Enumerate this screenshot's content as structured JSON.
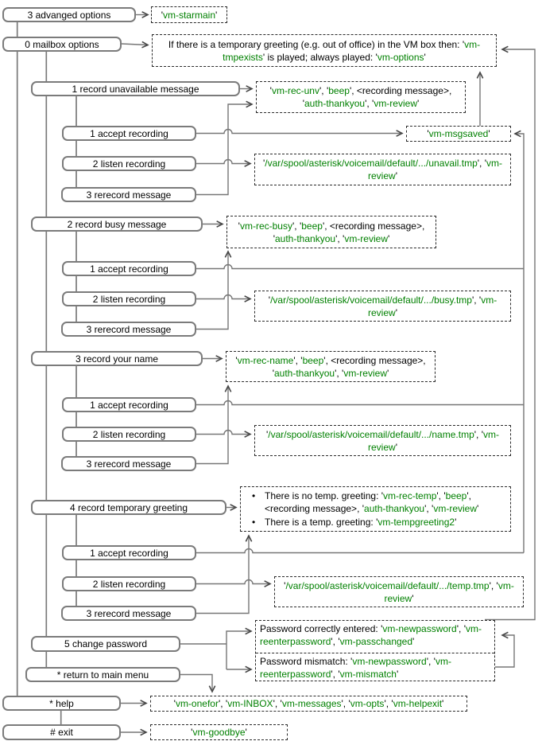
{
  "title": "Asterisk voicemail mailbox options flowchart",
  "colors": {
    "prompt_green": "#008000",
    "menu_box_border": "#7b7b7b",
    "dashed_box_border": "#2a2a2a",
    "connector_line": "#767676",
    "text": "#000000",
    "background": "#ffffff"
  },
  "menu": {
    "advanced_options": "3 advanged options",
    "mailbox_options": "0 mailbox options",
    "record_unavailable": "1 record unavailable message",
    "record_busy": "2 record busy message",
    "record_name": "3 record your name",
    "record_temp_greeting": "4 record temporary greeting",
    "change_password": "5 change password",
    "return_main_menu": "* return to main menu",
    "help": "* help",
    "exit": "# exit",
    "accept_recording": "1 accept recording",
    "listen_recording": "2 listen recording",
    "rerecord_message": "3 rerecord message"
  },
  "prompts": {
    "starmain": "'vm-starmain'",
    "mailbox_intro": "If there is a temporary greeting (e.g. out of office) in the VM box then: 'vm-tmpexists' is played; always played: 'vm-options'",
    "rec_unavail": "'vm-rec-unv', 'beep', <recording message>, 'auth-thankyou', 'vm-review'",
    "msgsaved": "'vm-msgsaved'",
    "unavail_path": "'/var/spool/asterisk/voicemail/default/.../unavail.tmp', 'vm-review'",
    "rec_busy": "'vm-rec-busy', 'beep', <recording message>, 'auth-thankyou', 'vm-review'",
    "busy_path": "'/var/spool/asterisk/voicemail/default/.../busy.tmp', 'vm-review'",
    "rec_name": "'vm-rec-name', 'beep', <recording message>, 'auth-thankyou', 'vm-review'",
    "name_path": "'/var/spool/asterisk/voicemail/default/.../name.tmp', 'vm-review'",
    "temp_bullets": [
      "There is no temp. greeting: 'vm-rec-temp', 'beep', <recording message>, 'auth-thankyou', 'vm-review'",
      "There is a temp. greeting: 'vm-tempgreeting2'"
    ],
    "temp_path": "'/var/spool/asterisk/voicemail/default/.../temp.tmp', 'vm-review'",
    "password_ok": "Password correctly entered: 'vm-newpassword', 'vm-reenterpassword', 'vm-passchanged'",
    "password_mismatch": "Password mismatch: 'vm-newpassword', 'vm-reenterpassword', 'vm-mismatch'",
    "help_prompts": "'vm-onefor', 'vm-INBOX', 'vm-messages', 'vm-opts', 'vm-helpexit'",
    "goodbye": "'vm-goodbye'"
  }
}
